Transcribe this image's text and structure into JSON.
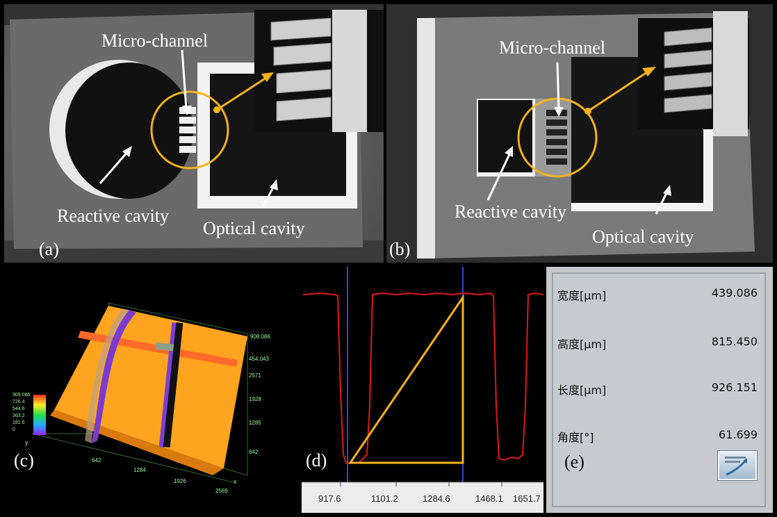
{
  "panel_a": {
    "tag": "(a)",
    "label_channel": "Micro-channel",
    "label_reactive": "Reactive cavity",
    "label_optical": "Optical cavity"
  },
  "panel_b": {
    "tag": "(b)",
    "label_channel": "Micro-channel",
    "label_reactive": "Reactive cavity",
    "label_optical": "Optical cavity"
  },
  "panel_c": {
    "tag": "(c)",
    "scale_values": [
      "909.086",
      "726.4",
      "544.6",
      "363.2",
      "181.6",
      "0"
    ],
    "axis_ticks_right": [
      "908.086",
      "454.043",
      "2571",
      "1928",
      "1285",
      "642"
    ],
    "axis_ticks_bottom": [
      "642",
      "1284",
      "1926",
      "2569"
    ],
    "axis_label_x": "x",
    "axis_label_y": "y"
  },
  "panel_d": {
    "tag": "(d)",
    "x_ticks": [
      "917.6",
      "1101.2",
      "1284.6",
      "1468.1",
      "1651.7"
    ]
  },
  "panel_e": {
    "tag": "(e)",
    "rows": [
      {
        "label": "宽度[μm]",
        "value": "439.086"
      },
      {
        "label": "高度[μm]",
        "value": "815.450"
      },
      {
        "label": "长度[μm]",
        "value": "926.151"
      },
      {
        "label": "角度[°]",
        "value": "61.699"
      }
    ],
    "button_icon": "chart-icon"
  },
  "colors": {
    "accent_orange": "#f5b21b",
    "profile_red": "#e01818",
    "marker_blue": "#3344dd",
    "surface_orange": "#ffa41f"
  }
}
